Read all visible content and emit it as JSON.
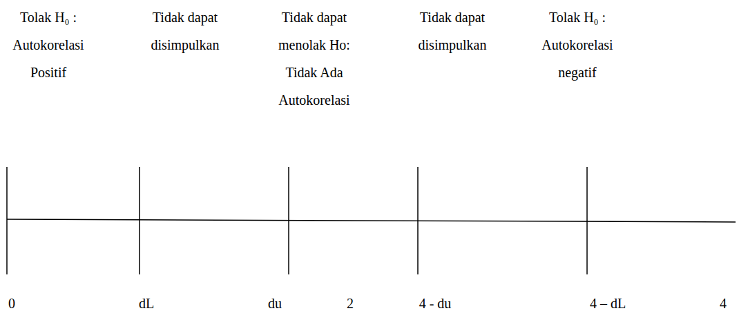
{
  "diagram": {
    "labels": [
      "Tolak H₀ : Autokorelasi Positif",
      "Tidak dapat disimpulkan",
      "Tidak dapat menolak Ho: Tidak Ada Autokorelasi",
      "Tidak dapat disimpulkan",
      "Tolak H₀ : Autokorelasi negatif",
      "0",
      "dL",
      "du",
      "2",
      "4 - du",
      "4 – dL",
      "4"
    ]
  }
}
